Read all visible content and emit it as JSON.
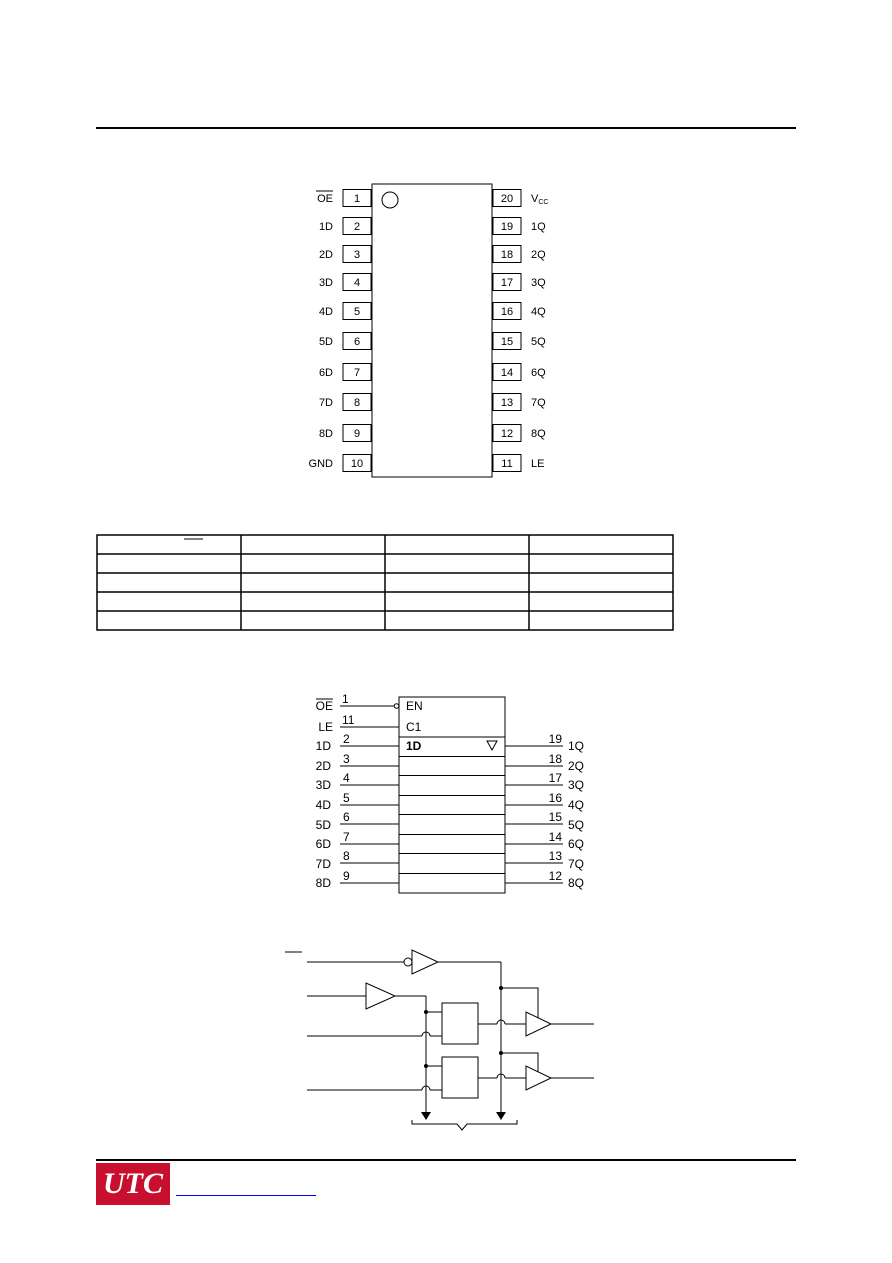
{
  "logo": {
    "text": "UTC",
    "color": "#c8102e"
  },
  "pin_config": {
    "left": [
      {
        "num": "1",
        "label": "OE",
        "overline": true
      },
      {
        "num": "2",
        "label": "1D"
      },
      {
        "num": "3",
        "label": "2D"
      },
      {
        "num": "4",
        "label": "3D"
      },
      {
        "num": "5",
        "label": "4D"
      },
      {
        "num": "6",
        "label": "5D"
      },
      {
        "num": "7",
        "label": "6D"
      },
      {
        "num": "8",
        "label": "7D"
      },
      {
        "num": "9",
        "label": "8D"
      },
      {
        "num": "10",
        "label": "GND"
      }
    ],
    "right": [
      {
        "num": "20",
        "label": "V",
        "sub": "CC"
      },
      {
        "num": "19",
        "label": "1Q"
      },
      {
        "num": "18",
        "label": "2Q"
      },
      {
        "num": "17",
        "label": "3Q"
      },
      {
        "num": "16",
        "label": "4Q"
      },
      {
        "num": "15",
        "label": "5Q"
      },
      {
        "num": "14",
        "label": "6Q"
      },
      {
        "num": "13",
        "label": "7Q"
      },
      {
        "num": "12",
        "label": "8Q"
      },
      {
        "num": "11",
        "label": "LE"
      }
    ]
  },
  "logic_symbol": {
    "control": [
      {
        "label": "OE",
        "num": "1",
        "inner": "EN",
        "overline": true
      },
      {
        "label": "LE",
        "num": "11",
        "inner": "C1"
      }
    ],
    "first_inner": "1D",
    "inputs": [
      {
        "label": "1D",
        "in": "2",
        "out": "19",
        "q": "1Q"
      },
      {
        "label": "2D",
        "in": "3",
        "out": "18",
        "q": "2Q"
      },
      {
        "label": "3D",
        "in": "4",
        "out": "17",
        "q": "3Q"
      },
      {
        "label": "4D",
        "in": "5",
        "out": "16",
        "q": "4Q"
      },
      {
        "label": "5D",
        "in": "6",
        "out": "15",
        "q": "5Q"
      },
      {
        "label": "6D",
        "in": "7",
        "out": "14",
        "q": "6Q"
      },
      {
        "label": "7D",
        "in": "8",
        "out": "13",
        "q": "7Q"
      },
      {
        "label": "8D",
        "in": "9",
        "out": "12",
        "q": "8Q"
      }
    ]
  }
}
